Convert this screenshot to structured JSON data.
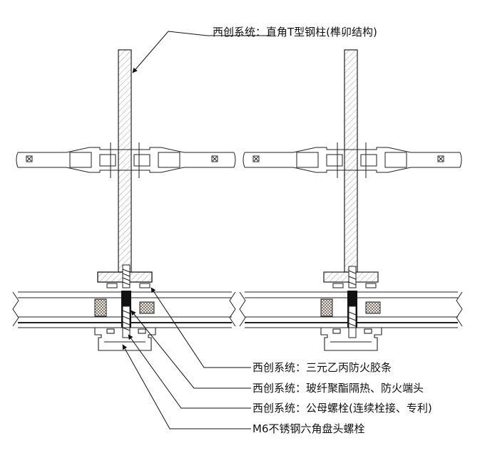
{
  "annotations": {
    "top_label": "西创系统：直角T型钢柱(榫卯结构)",
    "label_1": "西创系统：三元乙丙防火胶条",
    "label_2": "西创系统：玻纤聚酯隔热、防火端头",
    "label_3": "西创系统：公母螺栓(连续栓接、专利)",
    "label_4": "M6不锈钢六角盘头螺栓"
  },
  "colors": {
    "line": "#222222",
    "hatch": "#888888",
    "fill_dark": "#111111",
    "fill_gasket": "#6b5a4a"
  }
}
